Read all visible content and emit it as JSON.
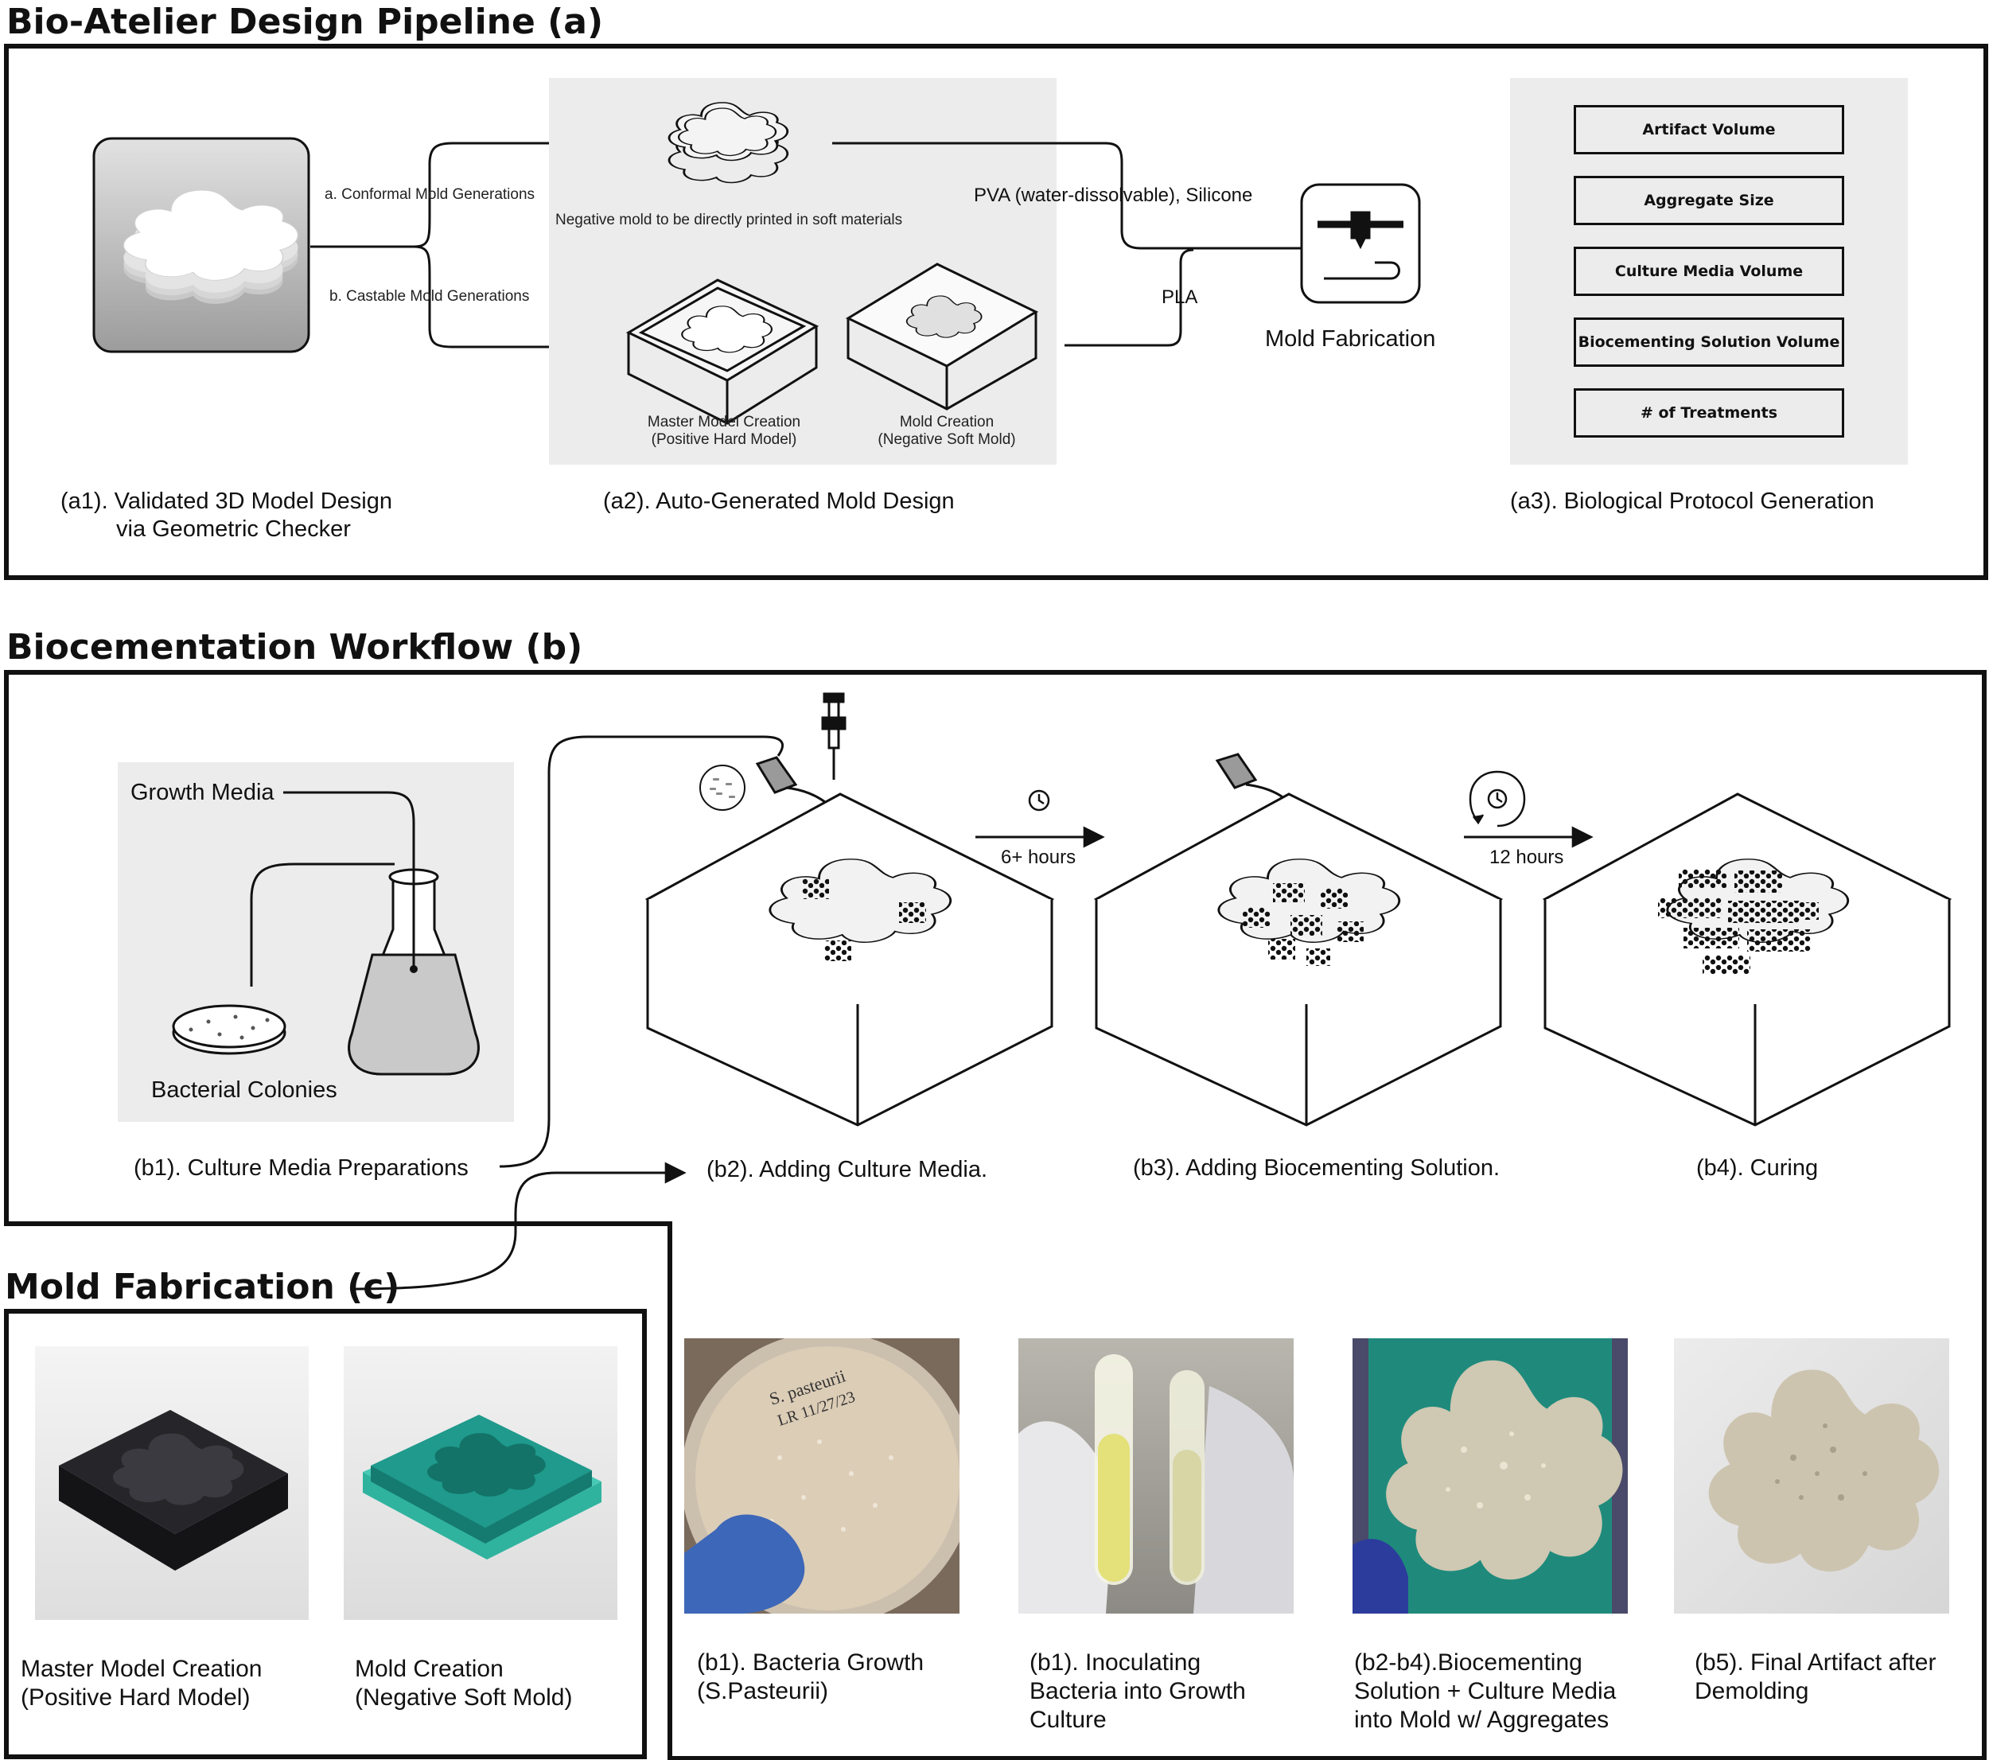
{
  "section_a": {
    "title": "Bio-Atelier Design Pipeline (a)",
    "branch_conformal": "a. Conformal Mold Generations",
    "branch_castable": "b. Castable Mold Generations",
    "negative_mold_caption": "Negative mold to be directly printed in soft materials",
    "master_model_line1": "Master Model Creation",
    "master_model_line2": "(Positive Hard Model)",
    "mold_creation_line1": "Mold Creation",
    "mold_creation_line2": "(Negative Soft Mold)",
    "material_soft": "PVA (water-dissolvable), Silicone",
    "material_pla": "PLA",
    "mold_fabrication": "Mold Fabrication",
    "protocol_items": [
      "Artifact Volume",
      "Aggregate Size",
      "Culture Media Volume",
      "Biocementing Solution Volume",
      "# of Treatments"
    ],
    "a1_line1": "(a1). Validated 3D Model Design",
    "a1_line2": "via Geometric Checker",
    "a2": "(a2). Auto-Generated Mold Design",
    "a3": "(a3). Biological Protocol Generation"
  },
  "section_b": {
    "title": "Biocementation Workflow (b)",
    "growth_media": "Growth Media",
    "bacterial_colonies": "Bacterial Colonies",
    "time_1": "6+ hours",
    "time_2": "12 hours",
    "b1": "(b1). Culture Media Preparations",
    "b2": "(b2). Adding Culture Media.",
    "b3": "(b3). Adding Biocementing Solution.",
    "b4": "(b4). Curing"
  },
  "section_c": {
    "title": "Mold Fabrication (c)",
    "photo1_line1": "Master Model Creation",
    "photo1_line2": "(Positive Hard Model)",
    "photo2_line1": "Mold Creation",
    "photo2_line2": "(Negative Soft Mold)"
  },
  "photos": [
    {
      "lines": [
        "(b1). Bacteria Growth",
        "(S.Pasteurii)"
      ],
      "plate_text_1": "S. pasteurii",
      "plate_text_2": "LR 11/27/23"
    },
    {
      "lines": [
        "(b1). Inoculating",
        "Bacteria into Growth",
        "Culture"
      ]
    },
    {
      "lines": [
        "(b2-b4).Biocementing",
        "Solution + Culture Media",
        "into Mold w/ Aggregates"
      ]
    },
    {
      "lines": [
        "(b5). Final Artifact after",
        "Demolding"
      ]
    }
  ],
  "colors": {
    "ink": "#111111",
    "panel": "#ececec",
    "mold_teal": "#1f9a8c",
    "mold_black": "#1c1c1e"
  }
}
